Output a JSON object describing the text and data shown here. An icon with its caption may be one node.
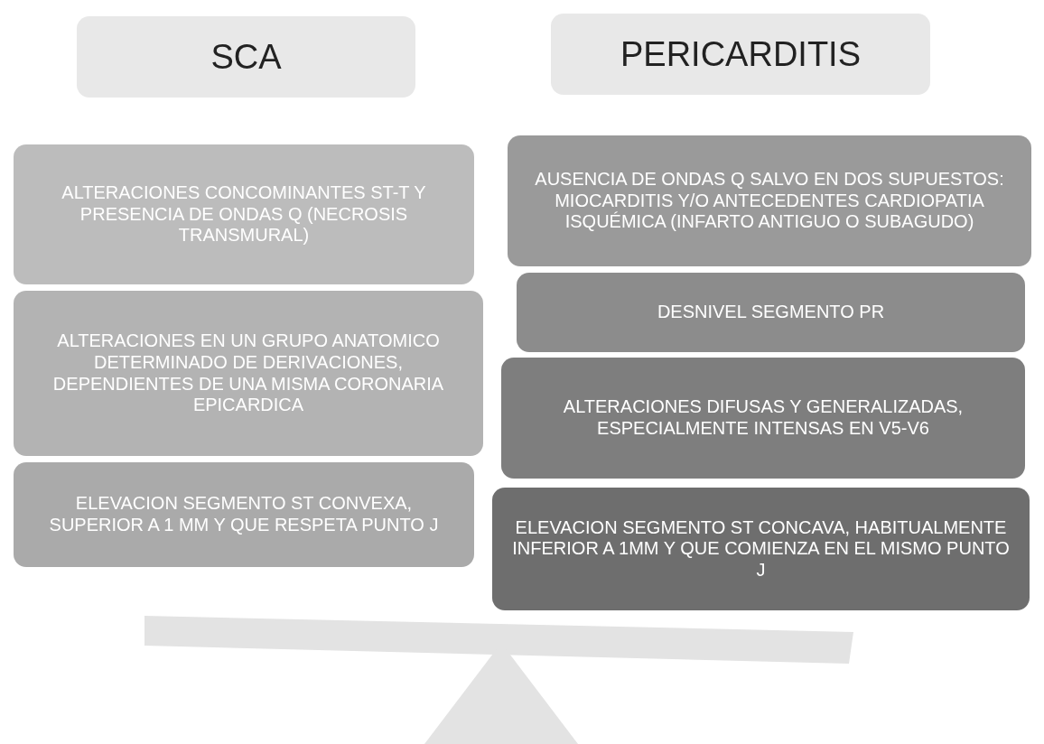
{
  "diagram": {
    "nodes": [
      {
        "text": [
          "SCA"
        ]
      },
      {
        "text": [
          "ALTERACIONES CONCOMINANTES ST-T Y PRESENCIA DE ONDAS Q (NECROSIS TRANSMURAL)"
        ]
      },
      {
        "text": [
          "ALTERACIONES EN UN GRUPO ANATOMICO DETERMINADO DE DERIVACIONES, DEPENDIENTES DE UNA MISMA CORONARIA EPICARDICA"
        ]
      },
      {
        "text": [
          "ELEVACION SEGMENTO ST CONVEXA, SUPERIOR A 1 MM Y QUE RESPETA PUNTO J"
        ]
      },
      {
        "text": [
          "PERICARDITIS"
        ]
      },
      {
        "text": [
          "AUSENCIA DE ONDAS Q SALVO EN DOS SUPUESTOS: MIOCARDITIS Y/O ANTECEDENTES CARDIOPATIA ISQUÉMICA (INFARTO ANTIGUO O SUBAGUDO)"
        ]
      },
      {
        "text": [
          "DESNIVEL SEGMENTO PR"
        ]
      },
      {
        "text": [
          "ALTERACIONES DIFUSAS Y GENERALIZADAS, ESPECIALMENTE INTENSAS EN V5-V6"
        ]
      },
      {
        "text": [
          "ELEVACION SEGMENTO ST CONCAVA, HABITUALMENTE INFERIOR A 1MM Y QUE COMIENZA EN EL MISMO PUNTO J"
        ]
      }
    ]
  }
}
